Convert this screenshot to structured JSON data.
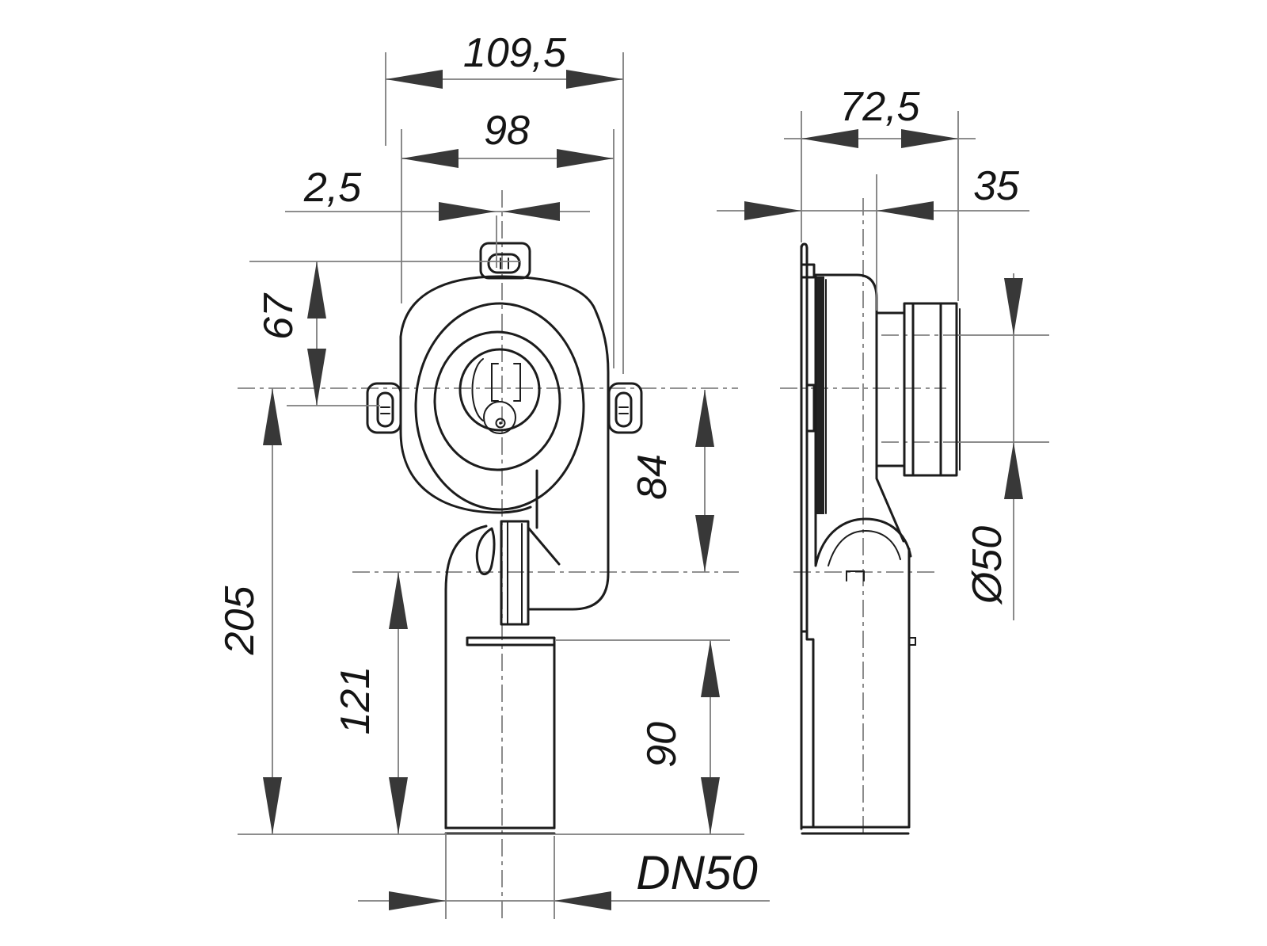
{
  "drawing": {
    "kind": "technical-dimension-drawing",
    "background": "#ffffff",
    "line_color": "#1c1c1c",
    "dimension_line_color": "#7d7d7d",
    "text_color": "#141414",
    "views": {
      "front": "front-view-of-concealed-siphon-body-with-down-pipe",
      "side": "side-profile-view-with-wall-plate-and-outlet-spigot"
    },
    "dimensions": {
      "front": {
        "overall_width": "109,5",
        "body_width": "98",
        "center_offset": "2,5",
        "tab_to_center": "67",
        "overall_height": "205",
        "trap_inlet_height": "121",
        "center_to_trap": "84",
        "stub_height": "90",
        "connection": "DN50"
      },
      "side": {
        "overall_depth": "72,5",
        "wall_to_outlet": "35",
        "outlet_diameter": "Ø50"
      }
    }
  }
}
